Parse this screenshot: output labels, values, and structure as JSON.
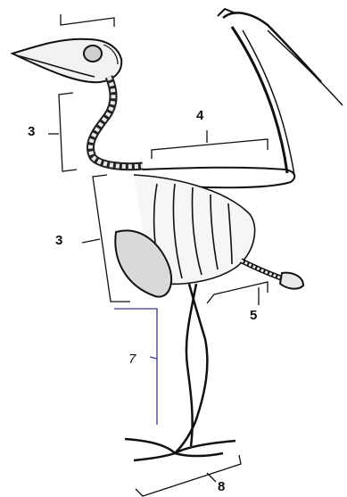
{
  "labels": {
    "skull": "",
    "neck": "3",
    "wing": "4",
    "trunk": "3",
    "tail": "5",
    "leg": "7",
    "foot": "8"
  },
  "colors": {
    "ink": "#111111",
    "bone_shade": "#d9d9d9",
    "leg_line": "#3a3a8a",
    "background": "#ffffff"
  }
}
